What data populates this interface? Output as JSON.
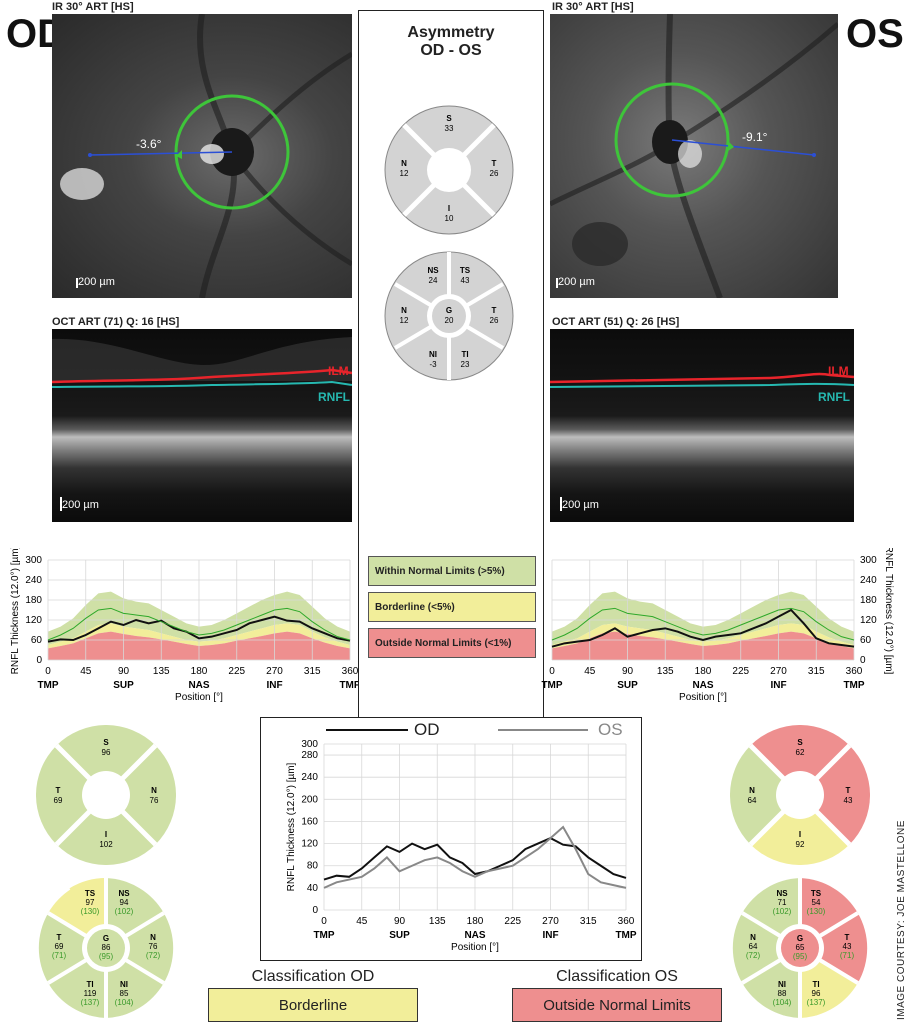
{
  "colors": {
    "green": "#cfe0a6",
    "yellow": "#f2ee9a",
    "red": "#ee8f8f",
    "gray": "#d3d3d3",
    "ilm": "#e8242b",
    "rnfl": "#26b8b0",
    "od_line": "#111111",
    "os_line": "#888888",
    "ring": "#3ec53a"
  },
  "od": {
    "label": "OD",
    "ir_label": "IR 30° ART [HS]",
    "angle": "-3.6°",
    "scale": "200 µm",
    "oct_label": "OCT ART (71) Q: 16 [HS]",
    "ilm": "ILM",
    "rnfl": "RNFL",
    "oct_scale": "200 µm",
    "quad": {
      "S": {
        "label": "S",
        "value": "96"
      },
      "T": {
        "label": "T",
        "value": "69"
      },
      "N": {
        "label": "N",
        "value": "76"
      },
      "I": {
        "label": "I",
        "value": "102"
      }
    },
    "sect": {
      "TS": {
        "label": "TS",
        "value": "97",
        "ref": "(130)"
      },
      "NS": {
        "label": "NS",
        "value": "94",
        "ref": "(102)"
      },
      "T": {
        "label": "T",
        "value": "69",
        "ref": "(71)"
      },
      "G": {
        "label": "G",
        "value": "86",
        "ref": "(95)"
      },
      "N": {
        "label": "N",
        "value": "76",
        "ref": "(72)"
      },
      "TI": {
        "label": "TI",
        "value": "119",
        "ref": "(137)"
      },
      "NI": {
        "label": "NI",
        "value": "85",
        "ref": "(104)"
      }
    },
    "classification_title": "Classification OD",
    "classification": "Borderline"
  },
  "os": {
    "label": "OS",
    "ir_label": "IR 30° ART [HS]",
    "angle": "-9.1°",
    "scale": "200 µm",
    "oct_label": "OCT ART (51) Q: 26 [HS]",
    "ilm": "ILM",
    "rnfl": "RNFL",
    "oct_scale": "200 µm",
    "quad": {
      "S": {
        "label": "S",
        "value": "62"
      },
      "N": {
        "label": "N",
        "value": "64"
      },
      "T": {
        "label": "T",
        "value": "43"
      },
      "I": {
        "label": "I",
        "value": "92"
      }
    },
    "sect": {
      "NS": {
        "label": "NS",
        "value": "71",
        "ref": "(102)"
      },
      "TS": {
        "label": "TS",
        "value": "54",
        "ref": "(130)"
      },
      "N": {
        "label": "N",
        "value": "64",
        "ref": "(72)"
      },
      "G": {
        "label": "G",
        "value": "65",
        "ref": "(95)"
      },
      "T": {
        "label": "T",
        "value": "43",
        "ref": "(71)"
      },
      "NI": {
        "label": "NI",
        "value": "88",
        "ref": "(104)"
      },
      "TI": {
        "label": "TI",
        "value": "96",
        "ref": "(137)"
      }
    },
    "classification_title": "Classification OS",
    "classification": "Outside Normal Limits"
  },
  "asym": {
    "title1": "Asymmetry",
    "title2": "OD - OS",
    "quad": {
      "S": {
        "label": "S",
        "value": "33"
      },
      "N": {
        "label": "N",
        "value": "12"
      },
      "T": {
        "label": "T",
        "value": "26"
      },
      "I": {
        "label": "I",
        "value": "10"
      }
    },
    "sect": {
      "NS": {
        "label": "NS",
        "value": "24"
      },
      "TS": {
        "label": "TS",
        "value": "43"
      },
      "N": {
        "label": "N",
        "value": "12"
      },
      "G": {
        "label": "G",
        "value": "20"
      },
      "T": {
        "label": "T",
        "value": "26"
      },
      "NI": {
        "label": "NI",
        "value": "-3"
      },
      "TI": {
        "label": "TI",
        "value": "23"
      }
    }
  },
  "legend": {
    "within": "Within Normal Limits (>5%)",
    "borderline": "Borderline (<5%)",
    "outside": "Outside Normal Limits (<1%)"
  },
  "axis": {
    "ylabel": "RNFL Thickness (12.0°) [µm]",
    "xlabel": "Position [°]",
    "yticks": [
      "0",
      "60",
      "120",
      "180",
      "240",
      "300"
    ],
    "xticks": [
      "0",
      "45",
      "90",
      "135",
      "180",
      "225",
      "270",
      "315",
      "360"
    ],
    "regions": [
      "TMP",
      "SUP",
      "NAS",
      "INF",
      "TMP"
    ],
    "center_yticks": [
      "0",
      "40",
      "80",
      "120",
      "160",
      "200",
      "240",
      "280",
      "300"
    ]
  },
  "credit": "IMAGE COURTESY: JOE MASTELLONE",
  "chart_data": [
    {
      "type": "line",
      "ylabel": "RNFL Thickness (12.0°) [µm]",
      "xlabel": "Position [°]",
      "xlim": [
        0,
        360
      ],
      "ylim": [
        0,
        300
      ],
      "x": [
        0,
        15,
        30,
        45,
        60,
        75,
        90,
        105,
        120,
        135,
        150,
        165,
        180,
        195,
        210,
        225,
        240,
        255,
        270,
        285,
        300,
        315,
        330,
        345,
        360
      ],
      "series": [
        {
          "values": [
            55,
            62,
            60,
            75,
            95,
            115,
            105,
            120,
            110,
            118,
            95,
            85,
            65,
            70,
            80,
            90,
            110,
            120,
            130,
            118,
            115,
            95,
            80,
            65,
            58
          ]
        },
        {
          "values": [
            60,
            75,
            95,
            125,
            150,
            155,
            140,
            135,
            130,
            115,
            100,
            85,
            75,
            80,
            90,
            105,
            120,
            135,
            150,
            155,
            145,
            115,
            90,
            70,
            60
          ]
        }
      ]
    },
    {
      "type": "line",
      "ylabel": "RNFL Thickness (12.0°) [µm]",
      "xlabel": "Position [°]",
      "xlim": [
        0,
        360
      ],
      "ylim": [
        0,
        300
      ],
      "x": [
        0,
        15,
        30,
        45,
        60,
        75,
        90,
        105,
        120,
        135,
        150,
        165,
        180,
        195,
        210,
        225,
        240,
        255,
        270,
        285,
        300,
        315,
        330,
        345,
        360
      ],
      "series": [
        {
          "values": [
            40,
            50,
            55,
            60,
            75,
            95,
            70,
            80,
            90,
            95,
            85,
            70,
            60,
            70,
            75,
            80,
            95,
            110,
            130,
            150,
            110,
            65,
            50,
            45,
            40
          ]
        },
        {
          "values": [
            60,
            75,
            95,
            125,
            150,
            155,
            140,
            135,
            130,
            115,
            100,
            85,
            75,
            80,
            90,
            105,
            120,
            135,
            150,
            155,
            145,
            115,
            90,
            70,
            60
          ]
        }
      ]
    },
    {
      "type": "line",
      "ylabel": "RNFL Thickness (12.0°) [µm]",
      "xlabel": "Position [°]",
      "xlim": [
        0,
        360
      ],
      "ylim": [
        0,
        300
      ],
      "x": [
        0,
        15,
        30,
        45,
        60,
        75,
        90,
        105,
        120,
        135,
        150,
        165,
        180,
        195,
        210,
        225,
        240,
        255,
        270,
        285,
        300,
        315,
        330,
        345,
        360
      ],
      "series": [
        {
          "name": "OD",
          "values": [
            55,
            62,
            60,
            75,
            95,
            115,
            105,
            120,
            110,
            118,
            95,
            85,
            65,
            70,
            80,
            90,
            110,
            120,
            130,
            118,
            115,
            95,
            80,
            65,
            58
          ]
        },
        {
          "name": "OS",
          "values": [
            40,
            50,
            55,
            60,
            75,
            95,
            70,
            80,
            90,
            95,
            85,
            70,
            60,
            70,
            75,
            80,
            95,
            110,
            130,
            150,
            110,
            65,
            50,
            45,
            40
          ]
        }
      ]
    }
  ]
}
